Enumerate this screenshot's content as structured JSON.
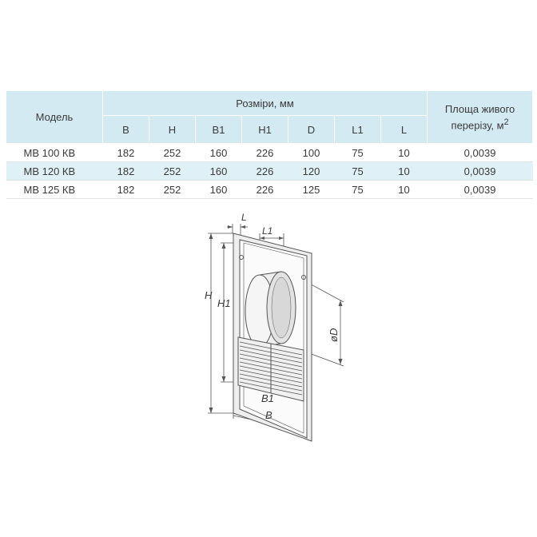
{
  "table": {
    "header": {
      "model": "Модель",
      "dimensions": "Розміри, мм",
      "area_line1": "Площа живого",
      "area_line2": "перерізу, м",
      "area_sup": "2",
      "columns": [
        "B",
        "H",
        "B1",
        "H1",
        "D",
        "L1",
        "L"
      ]
    },
    "rows": [
      {
        "model": "МВ 100 КВ",
        "values": [
          "182",
          "252",
          "160",
          "226",
          "100",
          "75",
          "10"
        ],
        "area": "0,0039"
      },
      {
        "model": "МВ 120 КВ",
        "values": [
          "182",
          "252",
          "160",
          "226",
          "120",
          "75",
          "10"
        ],
        "area": "0,0039"
      },
      {
        "model": "МВ 125 КВ",
        "values": [
          "182",
          "252",
          "160",
          "226",
          "125",
          "75",
          "10"
        ],
        "area": "0,0039"
      }
    ]
  },
  "drawing": {
    "labels": {
      "H": "H",
      "H1": "H1",
      "L": "L",
      "L1": "L1",
      "D": "øD",
      "B1": "B1",
      "B": "B"
    },
    "colors": {
      "stroke": "#555555",
      "panel": "#fbfbfb",
      "tube": "#eeeeee",
      "table_fill": "#d3eaf3"
    }
  }
}
